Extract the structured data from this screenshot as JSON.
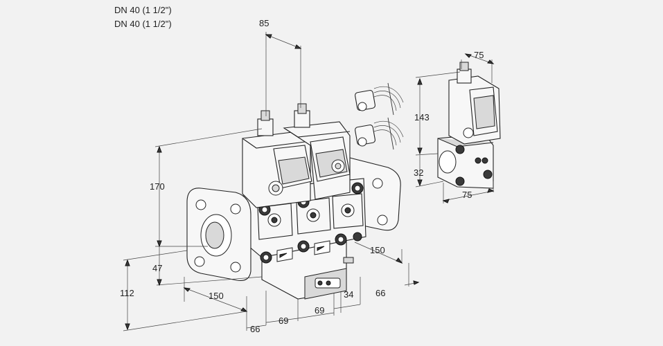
{
  "header": {
    "line1": "DN 40 (1 1/2\")",
    "line2": "DN 40 (1 1/2\")"
  },
  "dimensions": {
    "d85": "85",
    "d170": "170",
    "d47": "47",
    "d112": "112",
    "d150_left": "150",
    "d150_right": "150",
    "d66_bottom": "66",
    "d69_a": "69",
    "d69_b": "69",
    "d34": "34",
    "d66_right": "66",
    "d75_top": "75",
    "d143": "143",
    "d32": "32",
    "d75_bottom": "75"
  }
}
